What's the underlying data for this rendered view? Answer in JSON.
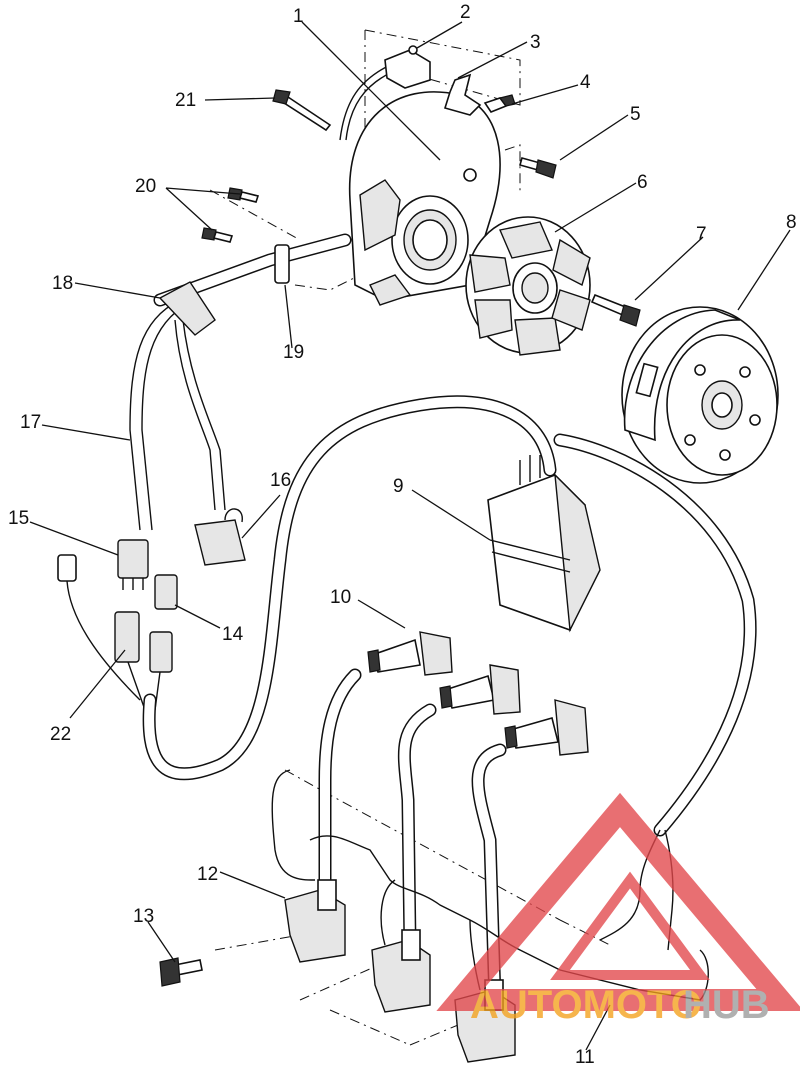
{
  "callouts": [
    {
      "id": "1",
      "text": "1"
    },
    {
      "id": "2",
      "text": "2"
    },
    {
      "id": "3",
      "text": "3"
    },
    {
      "id": "4",
      "text": "4"
    },
    {
      "id": "5",
      "text": "5"
    },
    {
      "id": "6",
      "text": "6"
    },
    {
      "id": "7",
      "text": "7"
    },
    {
      "id": "8",
      "text": "8"
    },
    {
      "id": "9",
      "text": "9"
    },
    {
      "id": "10",
      "text": "10"
    },
    {
      "id": "11",
      "text": "11"
    },
    {
      "id": "12",
      "text": "12"
    },
    {
      "id": "13",
      "text": "13"
    },
    {
      "id": "14",
      "text": "14"
    },
    {
      "id": "15",
      "text": "15"
    },
    {
      "id": "16",
      "text": "16"
    },
    {
      "id": "17",
      "text": "17"
    },
    {
      "id": "18",
      "text": "18"
    },
    {
      "id": "19",
      "text": "19"
    },
    {
      "id": "20",
      "text": "20"
    },
    {
      "id": "21",
      "text": "21"
    },
    {
      "id": "22",
      "text": "22"
    }
  ],
  "watermark": {
    "part1": "AUTOMOTO",
    "part2": "HUB",
    "color_part1": "#f4a11c",
    "color_part2": "#9a9a9a",
    "triangle_color": "#e2474b"
  }
}
